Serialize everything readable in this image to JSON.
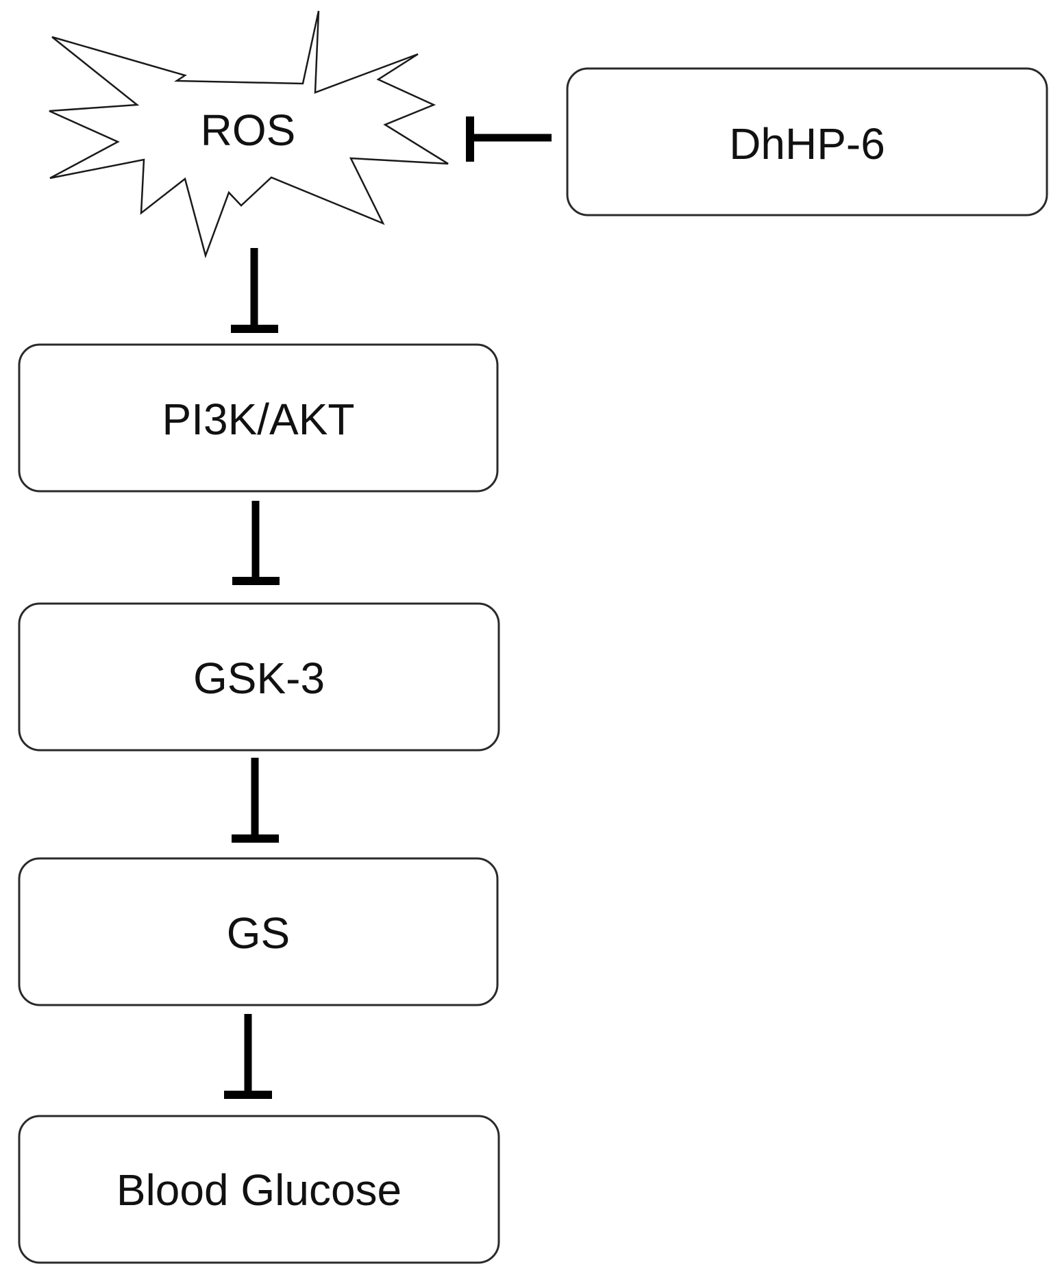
{
  "diagram": {
    "nodes": {
      "ros": {
        "label": "ROS",
        "shape": "starburst"
      },
      "dhhp6": {
        "label": "DhHP-6",
        "shape": "rounded-box"
      },
      "pi3k_akt": {
        "label": "PI3K/AKT",
        "shape": "rounded-box"
      },
      "gsk3": {
        "label": "GSK-3",
        "shape": "rounded-box"
      },
      "gs": {
        "label": "GS",
        "shape": "rounded-box"
      },
      "blood_glucose": {
        "label": "Blood Glucose",
        "shape": "rounded-box"
      }
    },
    "edges": [
      {
        "from": "dhhp6",
        "to": "ros",
        "type": "inhibition"
      },
      {
        "from": "ros",
        "to": "pi3k_akt",
        "type": "inhibition"
      },
      {
        "from": "pi3k_akt",
        "to": "gsk3",
        "type": "inhibition"
      },
      {
        "from": "gsk3",
        "to": "gs",
        "type": "inhibition"
      },
      {
        "from": "gs",
        "to": "blood_glucose",
        "type": "inhibition"
      }
    ]
  }
}
